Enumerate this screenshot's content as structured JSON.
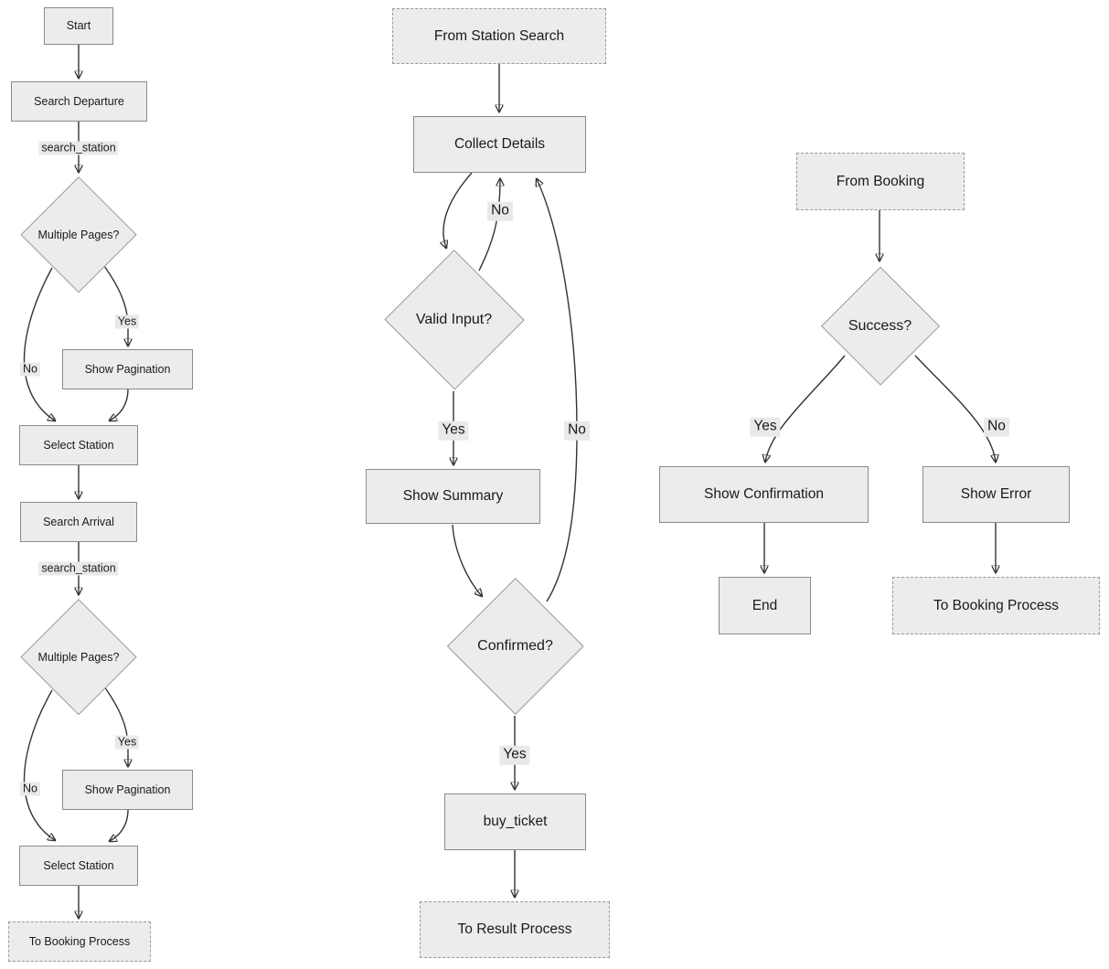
{
  "diagram_type": "flowchart",
  "colors": {
    "background": "#ffffff",
    "node_fill": "#ececec",
    "node_border": "#8a8a8a",
    "dashed_border": "#9a9a9a",
    "edge": "#333333",
    "edge_label_bg": "#e9e9e9",
    "text": "#1a1a1a"
  },
  "flows": {
    "station_search": {
      "nodes": {
        "start": "Start",
        "search_departure": "Search Departure",
        "multiple_pages_1": "Multiple Pages?",
        "show_pagination_1": "Show Pagination",
        "select_station_1": "Select Station",
        "search_arrival": "Search Arrival",
        "multiple_pages_2": "Multiple Pages?",
        "show_pagination_2": "Show Pagination",
        "select_station_2": "Select Station",
        "to_booking_process": "To Booking Process"
      },
      "edge_labels": {
        "search_station_1": "search_station",
        "yes_1": "Yes",
        "no_1": "No",
        "search_station_2": "search_station",
        "yes_2": "Yes",
        "no_2": "No"
      }
    },
    "booking": {
      "nodes": {
        "from_station_search": "From Station Search",
        "collect_details": "Collect Details",
        "valid_input": "Valid Input?",
        "show_summary": "Show Summary",
        "confirmed": "Confirmed?",
        "buy_ticket": "buy_ticket",
        "to_result_process": "To Result Process"
      },
      "edge_labels": {
        "valid_no": "No",
        "valid_yes": "Yes",
        "confirmed_no": "No",
        "confirmed_yes": "Yes"
      }
    },
    "result": {
      "nodes": {
        "from_booking": "From Booking",
        "success": "Success?",
        "show_confirmation": "Show Confirmation",
        "end": "End",
        "show_error": "Show Error",
        "to_booking_process": "To Booking Process"
      },
      "edge_labels": {
        "yes": "Yes",
        "no": "No"
      }
    }
  }
}
